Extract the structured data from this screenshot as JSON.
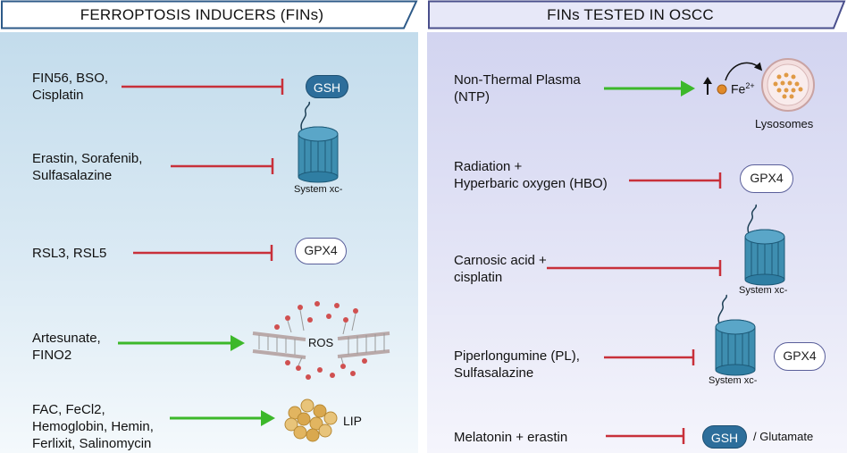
{
  "headers": {
    "left": "FERROPTOSIS INDUCERS (FINs)",
    "right": "FINs TESTED IN OSCC"
  },
  "left_rows": [
    {
      "label_lines": [
        "FIN56, BSO,",
        "Cisplatin"
      ],
      "effect": "inhibit",
      "target": "GSH"
    },
    {
      "label_lines": [
        "Erastin, Sorafenib,",
        "Sulfasalazine"
      ],
      "effect": "inhibit",
      "target": "System xc-"
    },
    {
      "label_lines": [
        "RSL3, RSL5"
      ],
      "effect": "inhibit",
      "target": "GPX4"
    },
    {
      "label_lines": [
        "Artesunate,",
        "FINO2"
      ],
      "effect": "activate",
      "target": "ROS"
    },
    {
      "label_lines": [
        "FAC, FeCl2,",
        "Hemoglobin, Hemin,",
        "Ferlixit, Salinomycin"
      ],
      "effect": "activate",
      "target": "LIP"
    }
  ],
  "right_rows": [
    {
      "label_lines": [
        "Non-Thermal Plasma",
        "(NTP)"
      ],
      "effect": "activate",
      "target": "Fe2+",
      "target_base": "Fe",
      "target_sup": "2+",
      "extra": "Lysosomes"
    },
    {
      "label_lines": [
        "Radiation +",
        "Hyperbaric oxygen (HBO)"
      ],
      "effect": "inhibit",
      "target": "GPX4"
    },
    {
      "label_lines": [
        "Carnosic acid +",
        "cisplatin"
      ],
      "effect": "inhibit",
      "target": "System xc-"
    },
    {
      "label_lines": [
        "Piperlongumine (PL),",
        "Sulfasalazine"
      ],
      "effect": "inhibit",
      "target": "System xc-",
      "extra": "GPX4"
    },
    {
      "label_lines": [
        "Melatonin + erastin"
      ],
      "effect": "inhibit",
      "target": "GSH",
      "extra": "/ Glutamate"
    }
  ],
  "colors": {
    "inhibit": "#c8303a",
    "activate": "#3cb82a",
    "left_header_border": "#2d5a88",
    "right_header_border": "#4a4f8c",
    "transporter": "#3e8eb0"
  }
}
